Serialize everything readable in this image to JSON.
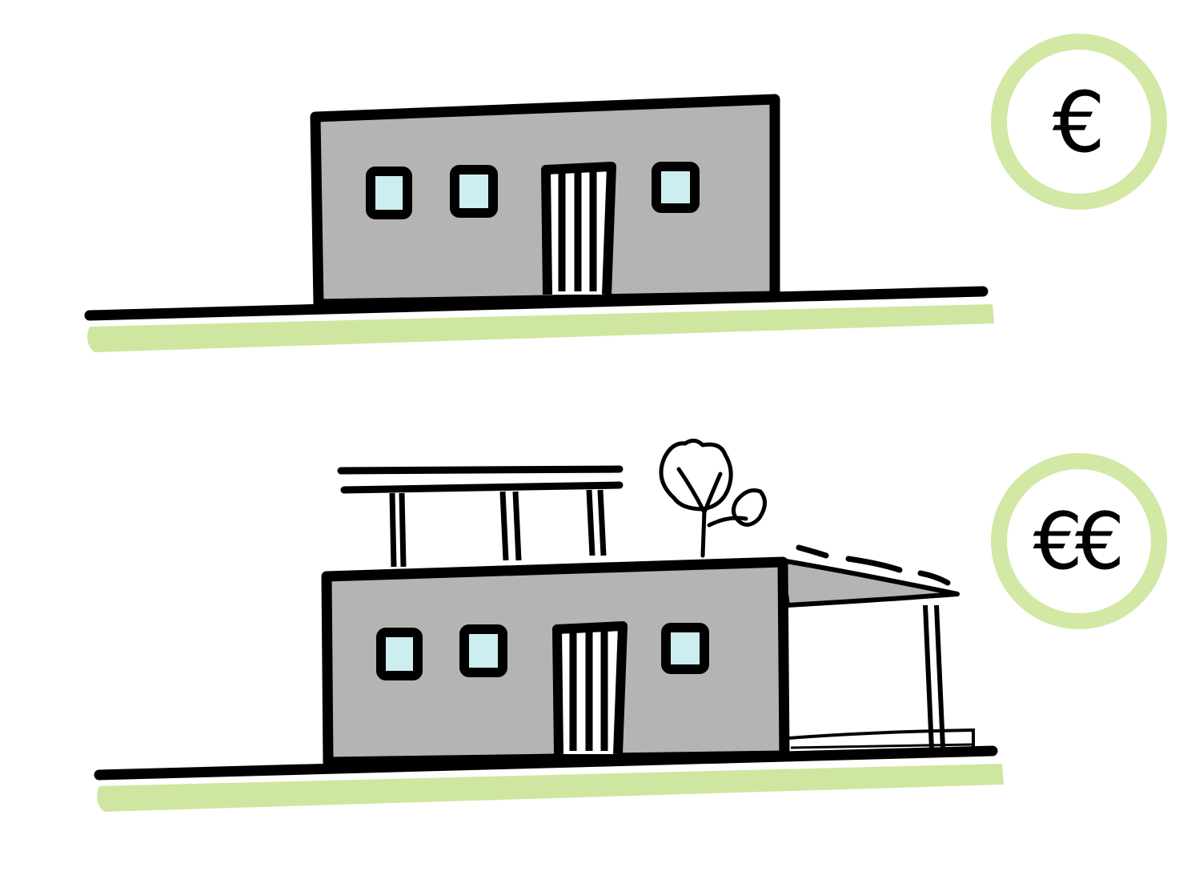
{
  "colors": {
    "ground_accent": "#cfe6a0",
    "wall": "#b4b4b4",
    "window_glass": "#cdeef0",
    "outline": "#000000",
    "badge_ring": "#d2e8a4",
    "background": "#ffffff"
  },
  "variants": [
    {
      "id": "basic",
      "price_label": "€",
      "features": [
        "flat-roof-house",
        "three-windows",
        "door"
      ]
    },
    {
      "id": "premium",
      "price_label": "€€",
      "features": [
        "flat-roof-house",
        "three-windows",
        "door",
        "rooftop-pergola",
        "roof-plants",
        "side-canopy-terrace"
      ]
    }
  ],
  "icons": [
    "euro-sign-icon",
    "house-icon",
    "tree-icon",
    "pergola-icon",
    "canopy-icon"
  ]
}
